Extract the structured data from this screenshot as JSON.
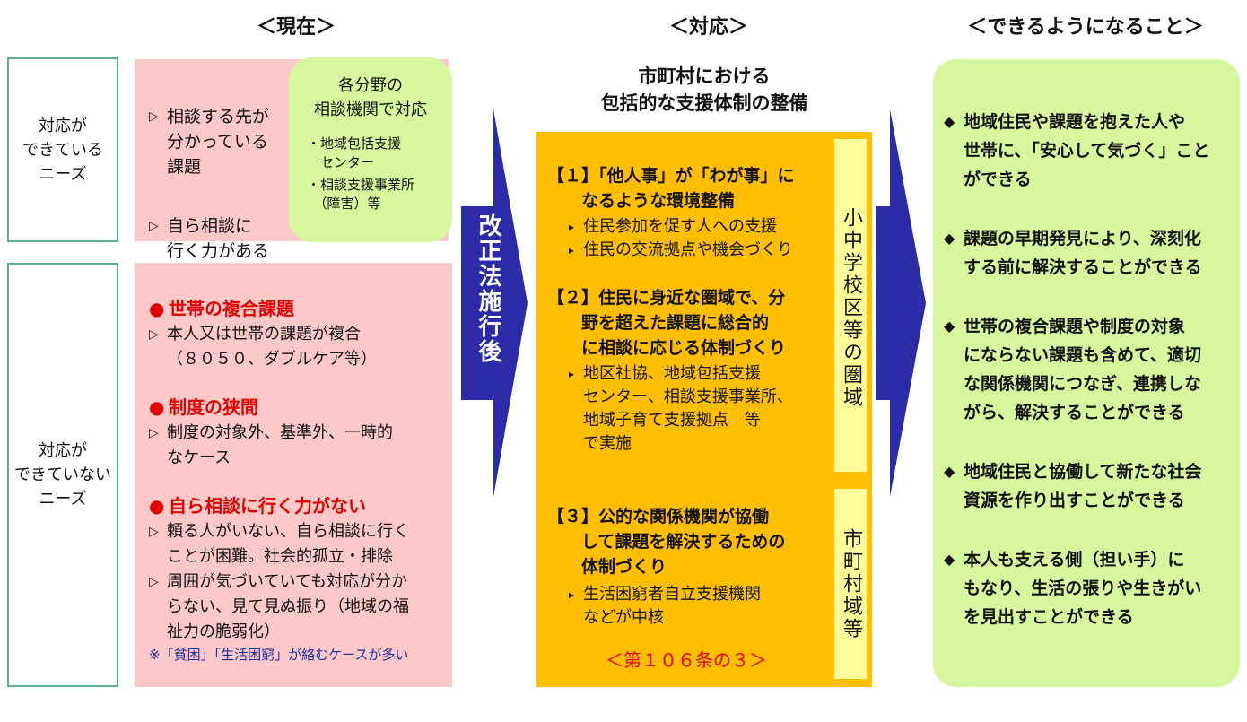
{
  "headers": {
    "current": "＜現在＞",
    "response": "＜対応＞",
    "outcome": "＜できるようになること＞"
  },
  "needs": {
    "met_label": "対応が\nできている\nニーズ",
    "unmet_label": "対応が\nできていない\nニーズ"
  },
  "current_met": {
    "items": [
      "相談する先が\n分かっている\n課題",
      "自ら相談に\n行く力がある"
    ],
    "bubble_title": "各分野の\n相談機関で対応",
    "bubble_items": [
      "・地域包括支援\n　センター",
      "・相談支援事業所\n　（障害）等"
    ]
  },
  "current_unmet": {
    "groups": [
      {
        "title": "世帯の複合課題",
        "items": [
          "本人又は世帯の課題が複合\n（８０５０、ダブルケア等）"
        ]
      },
      {
        "title": "制度の狭間",
        "items": [
          "制度の対象外、基準外、一時的\nなケース"
        ]
      },
      {
        "title": "自ら相談に行く力がない",
        "items": [
          "頼る人がいない、自ら相談に行く\nことが困難。社会的孤立・排除",
          "周囲が気づいていても対応が分か\nらない、見て見ぬ振り（地域の福\n祉力の脆弱化）"
        ]
      }
    ],
    "note": "※「貧困」「生活困窮」が絡むケースが多い"
  },
  "arrow_label": "改正法施行後",
  "response": {
    "title": "市町村における\n包括的な支援体制の整備",
    "sections": [
      {
        "heading": "【１】「他人事」が「わが事」に\n　　なるような環境整備",
        "items": [
          "住民参加を促す人への支援",
          "住民の交流拠点や機会づくり"
        ]
      },
      {
        "heading": "【２】住民に身近な圏域で、分\n　　野を超えた課題に総合的\n　　に相談に応じる体制づくり",
        "items": [
          "地区社協、地域包括支援\nセンター、相談支援事業所、\n地域子育て支援拠点　等\nで実施"
        ]
      },
      {
        "heading": "【３】公的な関係機関が協働\n　　して課題を解決するための\n　　体制づくり",
        "items": [
          "生活困窮者自立支援機関\nなどが中核"
        ]
      }
    ],
    "article": "＜第１０６条の３＞",
    "tag_school": "小中学校区等の圏域",
    "tag_city": "市町村域等"
  },
  "outcomes": [
    "地域住民や課題を抱えた人や\n世帯に、「安心して気づく」こと\nができる",
    "課題の早期発見により、深刻化\nする前に解決することができる",
    "世帯の複合課題や制度の対象\nにならない課題も含めて、適切\nな関係機関につなぎ、連携しな\nがら、解決することができる",
    "地域住民と協働して新たな社会\n資源を作り出すことができる",
    "本人も支える側（担い手）に\nもなり、生活の張りや生きがい\nを見出すことができる"
  ],
  "colors": {
    "pink": "#fcc8c8",
    "green": "#d6f79e",
    "orange": "#ffbf00",
    "yellow": "#fffd99",
    "arrow_blue": "#2b2ba8",
    "red": "#e00000"
  }
}
